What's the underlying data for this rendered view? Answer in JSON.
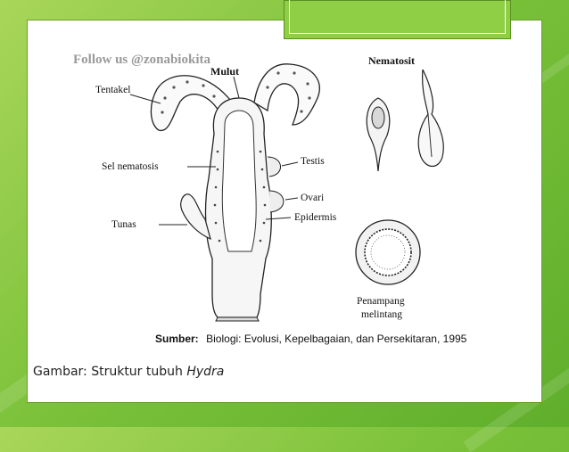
{
  "watermark": "Follow us @zonabiokita",
  "labels": {
    "mulut": "Mulut",
    "tentakel": "Tentakel",
    "sel_nematosis": "Sel nematosis",
    "testis": "Testis",
    "ovari": "Ovari",
    "epidermis": "Epidermis",
    "tunas": "Tunas",
    "nematosit": "Nematosit",
    "penampang_1": "Penampang",
    "penampang_2": "melintang"
  },
  "source": {
    "prefix": "Sumber:",
    "text": "Biologi: Evolusi, Kepelbagaian, dan Persekitaran, 1995"
  },
  "caption": {
    "prefix": "Gambar: Struktur tubuh ",
    "italic": "Hydra"
  }
}
